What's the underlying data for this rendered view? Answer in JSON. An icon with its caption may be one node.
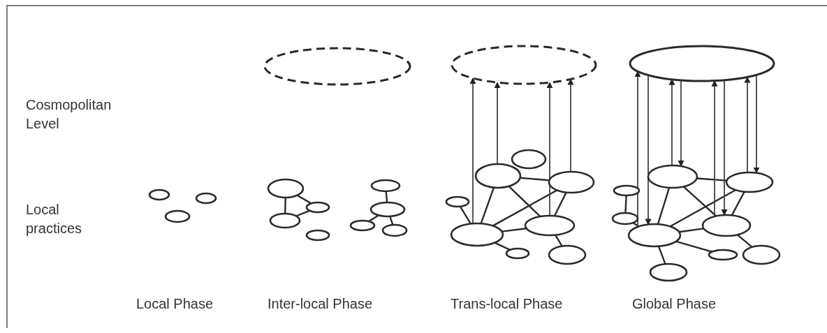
{
  "diagram": {
    "nodes": [
      {
        "text": [],
        "shape": "ellipse"
      },
      {
        "text": [],
        "shape": "ellipse"
      },
      {
        "text": [],
        "shape": "ellipse"
      },
      {
        "text": [],
        "shape": "ellipse"
      },
      {
        "text": [],
        "shape": "ellipse"
      },
      {
        "text": [],
        "shape": "ellipse"
      },
      {
        "text": [],
        "shape": "ellipse"
      },
      {
        "text": [],
        "shape": "ellipse"
      },
      {
        "text": [],
        "shape": "ellipse"
      },
      {
        "text": [],
        "shape": "ellipse"
      },
      {
        "text": [],
        "shape": "ellipse"
      },
      {
        "text": [],
        "shape": "ellipse"
      },
      {
        "text": [],
        "shape": "ellipse"
      },
      {
        "text": [],
        "shape": "ellipse"
      },
      {
        "text": [],
        "shape": "ellipse"
      },
      {
        "text": [],
        "shape": "ellipse"
      },
      {
        "text": [],
        "shape": "ellipse"
      },
      {
        "text": [],
        "shape": "ellipse"
      },
      {
        "text": [],
        "shape": "ellipse"
      },
      {
        "text": [],
        "shape": "ellipse"
      },
      {
        "text": [],
        "shape": "ellipse"
      },
      {
        "text": [],
        "shape": "ellipse"
      },
      {
        "text": [],
        "shape": "ellipse"
      },
      {
        "text": [],
        "shape": "ellipse"
      },
      {
        "text": [],
        "shape": "ellipse"
      },
      {
        "text": [],
        "shape": "ellipse"
      },
      {
        "text": [],
        "shape": "ellipse"
      },
      {
        "text": [],
        "shape": "ellipse"
      },
      {
        "text": [],
        "shape": "ellipse"
      },
      {
        "text": [],
        "shape": "ellipse"
      },
      {
        "text": [],
        "shape": "ellipse"
      }
    ],
    "edges": [
      {
        "from": 4,
        "to": 6,
        "arrow": "none"
      },
      {
        "from": 4,
        "to": 5,
        "arrow": "none"
      },
      {
        "from": 5,
        "to": 6,
        "arrow": "none"
      },
      {
        "from": 8,
        "to": 9,
        "arrow": "none"
      },
      {
        "from": 9,
        "to": 10,
        "arrow": "none"
      },
      {
        "from": 9,
        "to": 11,
        "arrow": "none"
      },
      {
        "from": 14,
        "to": 15,
        "arrow": "none"
      },
      {
        "from": 14,
        "to": 17,
        "arrow": "none"
      },
      {
        "from": 14,
        "to": 18,
        "arrow": "none"
      },
      {
        "from": 15,
        "to": 17,
        "arrow": "none"
      },
      {
        "from": 15,
        "to": 18,
        "arrow": "none"
      },
      {
        "from": 16,
        "to": 17,
        "arrow": "none"
      },
      {
        "from": 17,
        "to": 18,
        "arrow": "none"
      },
      {
        "from": 17,
        "to": 19,
        "arrow": "none"
      },
      {
        "from": 18,
        "to": 20,
        "arrow": "none"
      },
      {
        "from": 17,
        "to": 12,
        "arrow": "to"
      },
      {
        "from": 14,
        "to": 12,
        "arrow": "to"
      },
      {
        "from": 18,
        "to": 12,
        "arrow": "to"
      },
      {
        "from": 15,
        "to": 12,
        "arrow": "to"
      },
      {
        "from": 22,
        "to": 23,
        "arrow": "none"
      },
      {
        "from": 22,
        "to": 26,
        "arrow": "none"
      },
      {
        "from": 22,
        "to": 27,
        "arrow": "none"
      },
      {
        "from": 23,
        "to": 26,
        "arrow": "none"
      },
      {
        "from": 23,
        "to": 27,
        "arrow": "none"
      },
      {
        "from": 24,
        "to": 25,
        "arrow": "none"
      },
      {
        "from": 25,
        "to": 26,
        "arrow": "none"
      },
      {
        "from": 26,
        "to": 27,
        "arrow": "none"
      },
      {
        "from": 26,
        "to": 28,
        "arrow": "none"
      },
      {
        "from": 26,
        "to": 30,
        "arrow": "none"
      },
      {
        "from": 27,
        "to": 29,
        "arrow": "none"
      },
      {
        "from": 26,
        "to": 21,
        "arrow": "to"
      },
      {
        "from": 21,
        "to": 26,
        "arrow": "to"
      },
      {
        "from": 22,
        "to": 21,
        "arrow": "to"
      },
      {
        "from": 21,
        "to": 22,
        "arrow": "to"
      },
      {
        "from": 27,
        "to": 21,
        "arrow": "to"
      },
      {
        "from": 21,
        "to": 27,
        "arrow": "to"
      },
      {
        "from": 23,
        "to": 21,
        "arrow": "to"
      },
      {
        "from": 21,
        "to": 23,
        "arrow": "to"
      }
    ],
    "labels": [
      "Cosmopolitan Level",
      "Local practices",
      "Local Phase",
      "Inter-local Phase",
      "Trans-local Phase",
      "Global Phase"
    ]
  }
}
